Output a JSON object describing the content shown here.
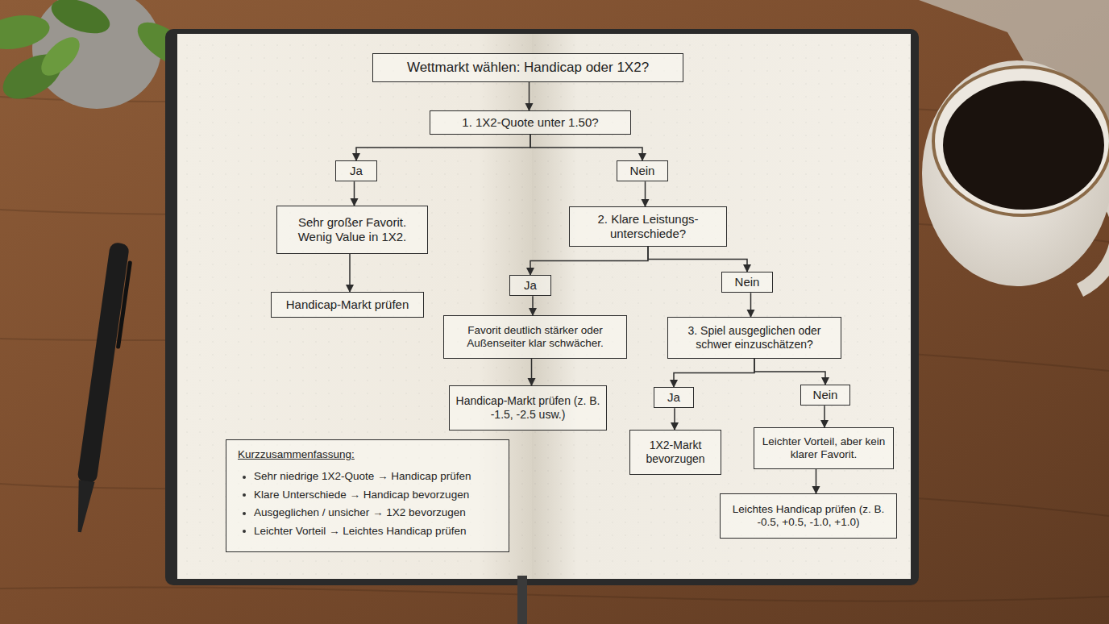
{
  "diagram": {
    "nodes": [
      {
        "text": [
          "Wettmarkt wählen: Handicap oder 1X2?"
        ]
      },
      {
        "text": [
          "1. 1X2-Quote unter 1.50?"
        ]
      },
      {
        "text": [
          "Ja"
        ]
      },
      {
        "text": [
          "Nein"
        ]
      },
      {
        "text": [
          "Sehr großer Favorit. Wenig Value in 1X2."
        ]
      },
      {
        "text": [
          "2. Klare Leistungs- unterschiede?"
        ]
      },
      {
        "text": [
          "Handicap-Markt prüfen"
        ]
      },
      {
        "text": [
          "Ja"
        ]
      },
      {
        "text": [
          "Nein"
        ]
      },
      {
        "text": [
          "Favorit deutlich stärker oder Außenseiter klar schwächer."
        ]
      },
      {
        "text": [
          "3. Spiel ausgeglichen oder schwer einzuschätzen?"
        ]
      },
      {
        "text": [
          "Handicap-Markt prüfen (z. B. -1.5, -2.5 usw.)"
        ]
      },
      {
        "text": [
          "Ja"
        ]
      },
      {
        "text": [
          "Nein"
        ]
      },
      {
        "text": [
          "1X2-Markt bevorzugen"
        ]
      },
      {
        "text": [
          "Leichter Vorteil, aber kein klarer Favorit."
        ]
      },
      {
        "text": [
          "Leichtes Handicap prüfen (z. B. -0.5, +0.5, -1.0, +1.0)"
        ]
      },
      {
        "text": [
          "Kurzzusammenfassung:",
          "Sehr niedrige 1X2-Quote → Handicap prüfen",
          "Klare Unterschiede → Handicap bevorzugen",
          "Ausgeglichen / unsicher → 1X2 bevorzugen",
          "Leichter Vorteil → Leichtes Handicap prüfen"
        ]
      }
    ],
    "edges": [
      {
        "from": 0,
        "to": 1,
        "arrow": "to"
      },
      {
        "from": 1,
        "to": 2,
        "arrow": "to"
      },
      {
        "from": 1,
        "to": 3,
        "arrow": "to"
      },
      {
        "from": 2,
        "to": 4,
        "arrow": "to"
      },
      {
        "from": 4,
        "to": 6,
        "arrow": "to"
      },
      {
        "from": 3,
        "to": 5,
        "arrow": "to"
      },
      {
        "from": 5,
        "to": 7,
        "arrow": "to"
      },
      {
        "from": 5,
        "to": 8,
        "arrow": "to"
      },
      {
        "from": 7,
        "to": 9,
        "arrow": "to"
      },
      {
        "from": 9,
        "to": 11,
        "arrow": "to"
      },
      {
        "from": 8,
        "to": 10,
        "arrow": "to"
      },
      {
        "from": 10,
        "to": 12,
        "arrow": "to"
      },
      {
        "from": 10,
        "to": 13,
        "arrow": "to"
      },
      {
        "from": 12,
        "to": 14,
        "arrow": "to"
      },
      {
        "from": 13,
        "to": 15,
        "arrow": "to"
      },
      {
        "from": 15,
        "to": 16,
        "arrow": "to"
      }
    ]
  }
}
